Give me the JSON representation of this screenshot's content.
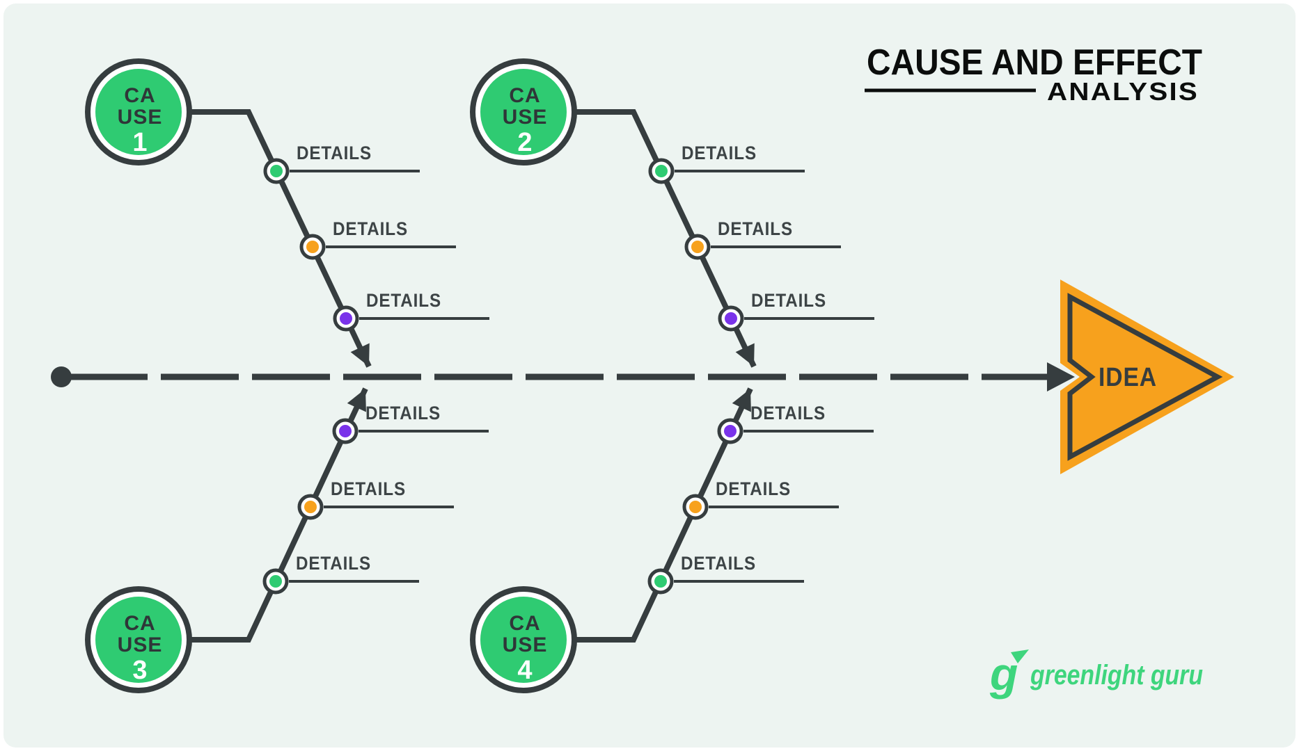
{
  "header": {
    "title": "CAUSE AND EFFECT",
    "subtitle": "ANALYSIS"
  },
  "effect": {
    "label": "IDEA"
  },
  "branches": [
    {
      "side": "top",
      "cause_word_lines": [
        "CA",
        "USE"
      ],
      "number": "1",
      "details": [
        {
          "label": "DETAILS",
          "dot": "green"
        },
        {
          "label": "DETAILS",
          "dot": "orange"
        },
        {
          "label": "DETAILS",
          "dot": "purple"
        }
      ]
    },
    {
      "side": "top",
      "cause_word_lines": [
        "CA",
        "USE"
      ],
      "number": "2",
      "details": [
        {
          "label": "DETAILS",
          "dot": "green"
        },
        {
          "label": "DETAILS",
          "dot": "orange"
        },
        {
          "label": "DETAILS",
          "dot": "purple"
        }
      ]
    },
    {
      "side": "bottom",
      "cause_word_lines": [
        "CA",
        "USE"
      ],
      "number": "3",
      "details": [
        {
          "label": "DETAILS",
          "dot": "green"
        },
        {
          "label": "DETAILS",
          "dot": "orange"
        },
        {
          "label": "DETAILS",
          "dot": "purple"
        }
      ]
    },
    {
      "side": "bottom",
      "cause_word_lines": [
        "CA",
        "USE"
      ],
      "number": "4",
      "details": [
        {
          "label": "DETAILS",
          "dot": "green"
        },
        {
          "label": "DETAILS",
          "dot": "orange"
        },
        {
          "label": "DETAILS",
          "dot": "purple"
        }
      ]
    }
  ],
  "logo": {
    "icon_letter": "g",
    "wordmark": "greenlight guru"
  },
  "colors": {
    "page": "#ffffff",
    "background": "#edf4f1",
    "stroke_dark": "#363d3f",
    "title_text": "#0b0d0c",
    "green": "#2fcb72",
    "orange": "#f7a11d",
    "purple": "#7a33ea",
    "circle_text": "#2f3638",
    "details_text": "#3d4446",
    "logo_green": "#3ed57d",
    "white": "#ffffff"
  }
}
